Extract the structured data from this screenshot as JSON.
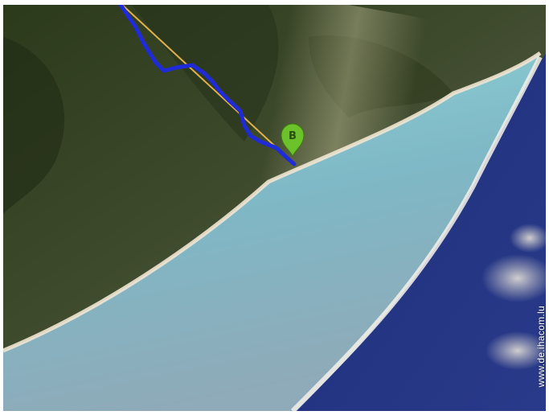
{
  "map": {
    "view": "satellite",
    "route_color": "#1f2bd6",
    "direct_line_color": "#e0b14a",
    "marker": {
      "label": "B",
      "color": "#6cc22a"
    }
  },
  "watermark": {
    "text": "www.de.ihacom.lu"
  }
}
